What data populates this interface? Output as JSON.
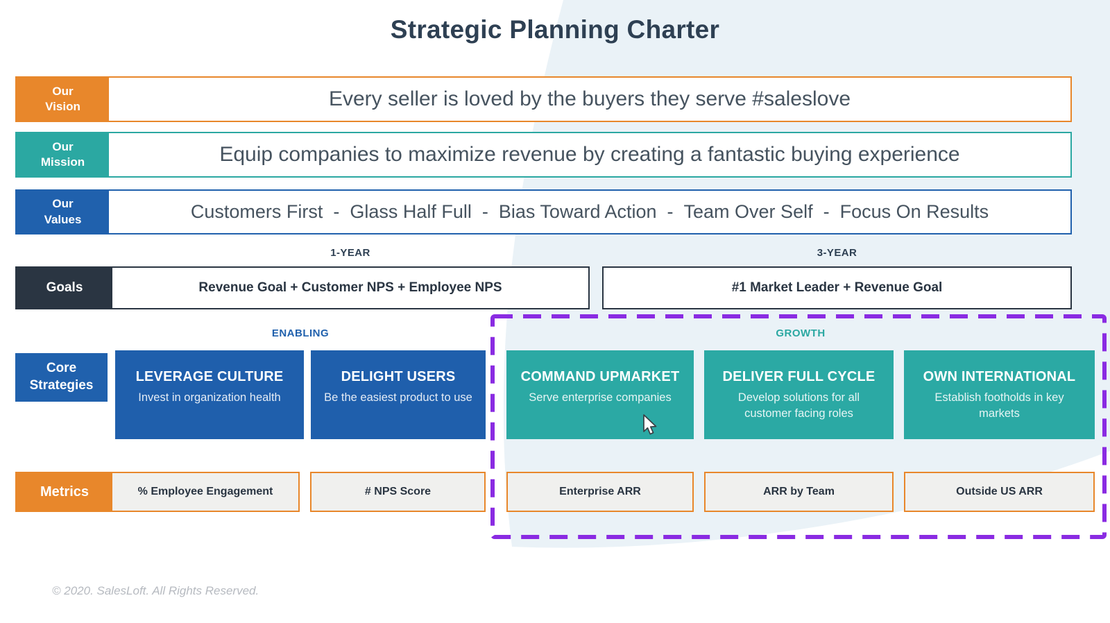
{
  "title": "Strategic Planning Charter",
  "vision": {
    "label": "Our Vision",
    "text": "Every seller is loved by the buyers they serve #saleslove"
  },
  "mission": {
    "label": "Our Mission",
    "text": "Equip companies to maximize revenue by creating a fantastic buying experience"
  },
  "values": {
    "label": "Our Values",
    "text": "Customers First  -  Glass Half Full  -  Bias Toward Action  -  Team Over Self  -  Focus On Results"
  },
  "goals": {
    "label": "Goals",
    "one_year_header": "1-YEAR",
    "three_year_header": "3-YEAR",
    "one_year": "Revenue Goal + Customer NPS + Employee NPS",
    "three_year": "#1 Market Leader + Revenue Goal"
  },
  "strategies": {
    "label": "Core Strategies",
    "enabling_header": "ENABLING",
    "growth_header": "GROWTH",
    "items": [
      {
        "title": "LEVERAGE CULTURE",
        "subtitle": "Invest in organization health",
        "group": "enabling"
      },
      {
        "title": "DELIGHT USERS",
        "subtitle": "Be the easiest product to use",
        "group": "enabling"
      },
      {
        "title": "COMMAND UPMARKET",
        "subtitle": "Serve enterprise companies",
        "group": "growth"
      },
      {
        "title": "DELIVER FULL CYCLE",
        "subtitle": "Develop solutions for all customer facing roles",
        "group": "growth"
      },
      {
        "title": "OWN INTERNATIONAL",
        "subtitle": "Establish footholds in key markets",
        "group": "growth"
      }
    ]
  },
  "metrics": {
    "label": "Metrics",
    "items": [
      "% Employee Engagement",
      "# NPS Score",
      "Enterprise ARR",
      "ARR by Team",
      "Outside US ARR"
    ]
  },
  "footer": "© 2020. SalesLoft. All Rights Reserved.",
  "colors": {
    "orange": "#e8872b",
    "teal": "#2ba8a2",
    "blue": "#1f5fac",
    "navy": "#2a3542",
    "purple_outline": "#8a2be2",
    "background_accent": "#eaf2f7",
    "metric_fill": "#f0f0ee",
    "title_text": "#2e4053"
  }
}
